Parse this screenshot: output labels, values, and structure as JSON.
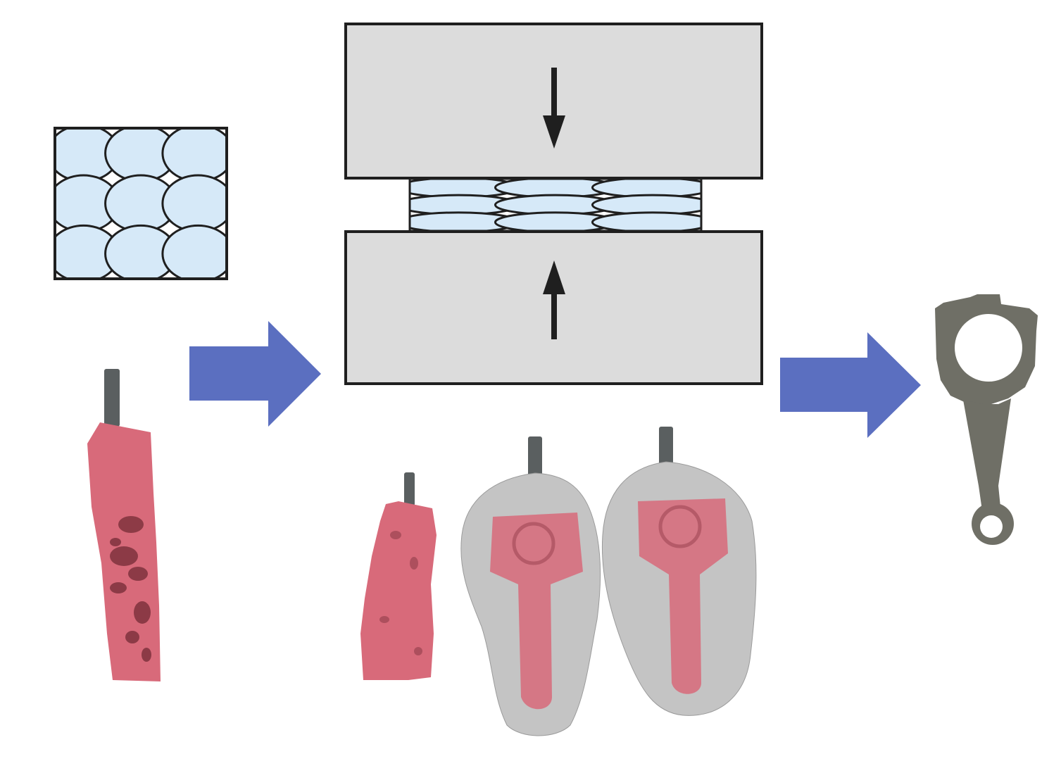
{
  "colors": {
    "background": "#ffffff",
    "grain": "#d6e9f8",
    "outline": "#1f1f1f",
    "die": "#dcdcdc",
    "process_arrow": "#5b6fc0",
    "hot_billet": "#d86a7a",
    "billet_scale": "#7a2f3a",
    "flash_metal": "#c4c4c4",
    "steel_part": "#6f6f66",
    "stem": "#5a5f60"
  },
  "icons": {
    "grain_structure_initial": "undeformed-grain-grid",
    "grain_structure_forged": "flattened-grain-grid",
    "upper_die": "upper-die-block",
    "lower_die": "lower-die-block",
    "upper_die_arrow": "arrow-down-icon",
    "lower_die_arrow": "arrow-up-icon",
    "process_arrow_1": "right-arrow-icon",
    "process_arrow_2": "right-arrow-icon",
    "billet": "hot-billet-photo",
    "preform": "preform-billet-photo",
    "forging_1": "forging-with-flash-photo",
    "forging_2": "forging-with-flash-photo",
    "final_part": "connecting-rod-photo"
  },
  "structure": {
    "initial_grain_grid": {
      "rows": 3,
      "cols": 3
    },
    "forged_grain_grid": {
      "rows": 3,
      "cols": 3
    }
  }
}
